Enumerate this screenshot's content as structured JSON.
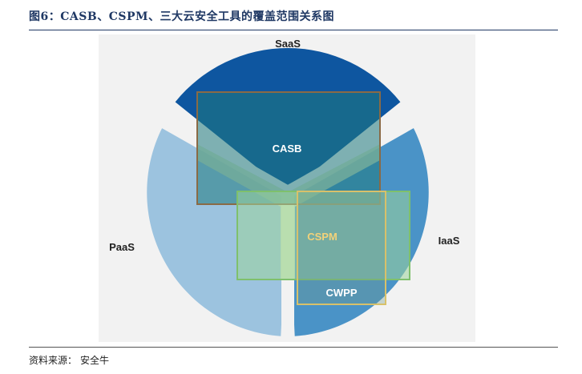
{
  "figure": {
    "title": "图6：CASB、CSPM、三大云安全工具的覆盖范围关系图",
    "source_label": "资料来源：",
    "source_value": "安全牛"
  },
  "diagram": {
    "sectors": [
      {
        "name": "SaaS",
        "color": "#0e56a0"
      },
      {
        "name": "PaaS",
        "color": "#9cc3df"
      },
      {
        "name": "IaaS",
        "color": "#4a93c7"
      }
    ],
    "sector_labels": {
      "saas": "SaaS",
      "paas": "PaaS",
      "iaas": "IaaS"
    },
    "tools": {
      "casb": "CASB",
      "cspm": "CSPM",
      "cwpp": "CWPP"
    },
    "colors": {
      "casb_fill": "#1f7a7e",
      "casb_border": "#8a6a45",
      "cspm_fill": "#9dd39a",
      "cspm_border": "#7fc06c",
      "cwpp_fill": "#6f9a8c",
      "cwpp_border": "#d8c16a",
      "divider": "#d8e9c0"
    }
  }
}
